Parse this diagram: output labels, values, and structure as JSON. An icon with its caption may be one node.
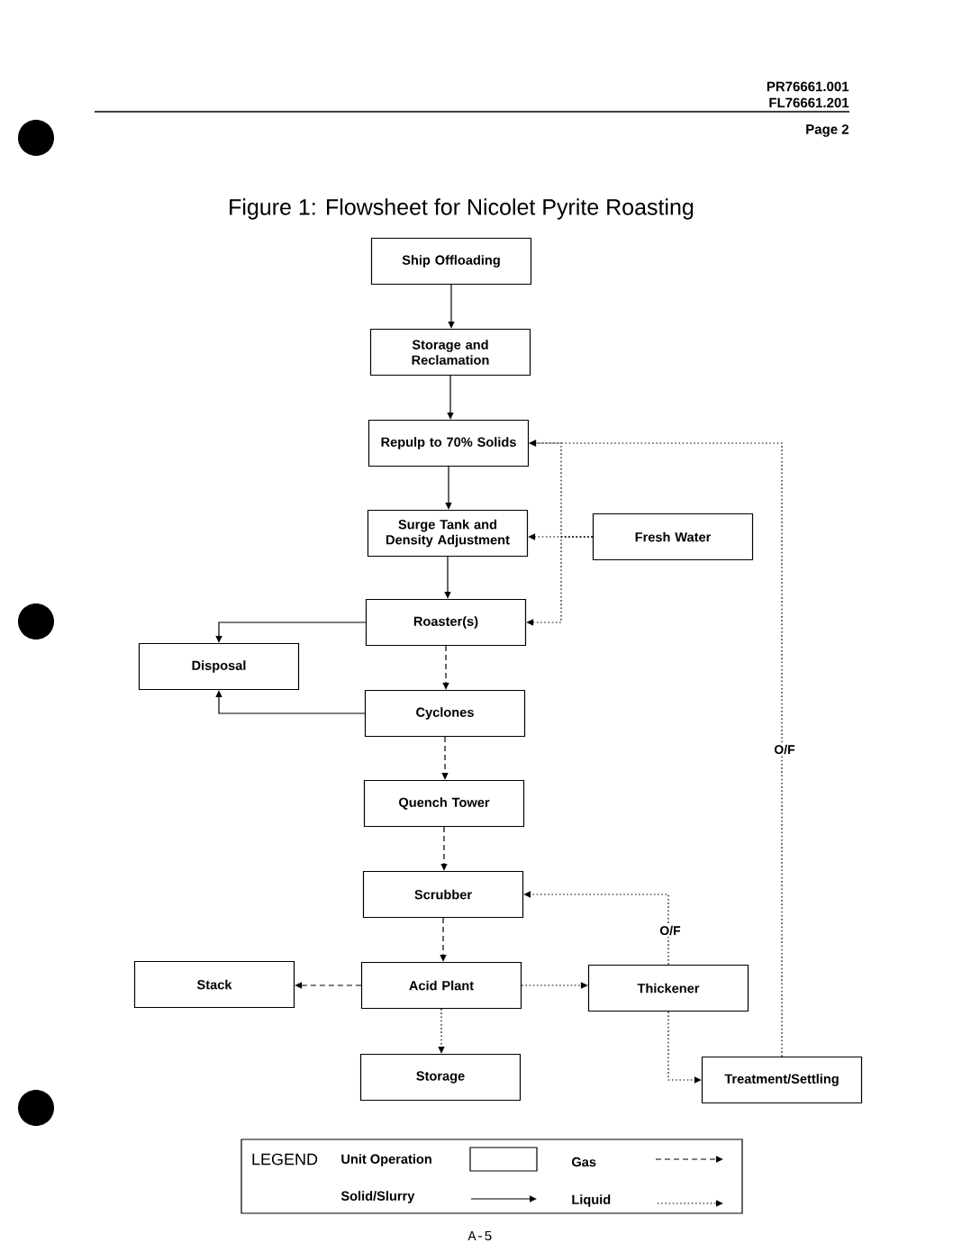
{
  "diagram": {
    "title": "Figure 1:  Flowsheet for Nicolet Pyrite Roasting",
    "nodes": [
      {
        "text": [
          "Ship Offloading"
        ]
      },
      {
        "text": [
          "Storage and Reclamation"
        ]
      },
      {
        "text": [
          "Repulp to 70% Solids"
        ]
      },
      {
        "text": [
          "Surge Tank and Density Adjustment"
        ]
      },
      {
        "text": [
          "Fresh Water"
        ]
      },
      {
        "text": [
          "Roaster(s)"
        ]
      },
      {
        "text": [
          "Disposal"
        ]
      },
      {
        "text": [
          "Cyclones"
        ]
      },
      {
        "text": [
          "Quench Tower"
        ]
      },
      {
        "text": [
          "Scrubber"
        ]
      },
      {
        "text": [
          "Stack"
        ]
      },
      {
        "text": [
          "Acid Plant"
        ]
      },
      {
        "text": [
          "Thickener"
        ]
      },
      {
        "text": [
          "Storage"
        ]
      },
      {
        "text": [
          "Treatment/Settling"
        ]
      }
    ],
    "edges": [
      {
        "from": 0,
        "to": 1,
        "arrow": "to"
      },
      {
        "from": 1,
        "to": 2,
        "arrow": "to"
      },
      {
        "from": 2,
        "to": 3,
        "arrow": "to"
      },
      {
        "from": 3,
        "to": 5,
        "arrow": "to"
      },
      {
        "from": 4,
        "to": 3,
        "arrow": "to",
        "style": "dashed"
      },
      {
        "from": 4,
        "to": 2,
        "arrow": "to",
        "style": "dashed"
      },
      {
        "from": 4,
        "to": 5,
        "arrow": "to",
        "style": "dashed"
      },
      {
        "from": 5,
        "to": 6,
        "arrow": "to"
      },
      {
        "from": 5,
        "to": 7,
        "arrow": "to",
        "style": "dashed"
      },
      {
        "from": 7,
        "to": 6,
        "arrow": "to"
      },
      {
        "from": 7,
        "to": 8,
        "arrow": "to",
        "style": "dashed"
      },
      {
        "from": 8,
        "to": 9,
        "arrow": "to",
        "style": "dashed"
      },
      {
        "from": 9,
        "to": 11,
        "arrow": "to",
        "style": "dashed"
      },
      {
        "from": 11,
        "to": 10,
        "arrow": "to",
        "style": "dashed"
      },
      {
        "from": 11,
        "to": 12,
        "arrow": "to",
        "style": "dashed"
      },
      {
        "from": 11,
        "to": 13,
        "arrow": "to",
        "style": "dashed"
      },
      {
        "from": 12,
        "to": 9,
        "arrow": "to",
        "style": "dashed",
        "label": "O/F"
      },
      {
        "from": 12,
        "to": 14,
        "arrow": "to",
        "style": "dashed"
      },
      {
        "from": 14,
        "to": 2,
        "arrow": "to",
        "style": "dashed",
        "label": "O/F"
      }
    ],
    "labels": [
      "PR76661.001",
      "FL76661.201",
      "Page 2",
      "LEGEND",
      "A-5"
    ],
    "legend": [
      {
        "text": "Unit Operation"
      },
      {
        "text": "Gas"
      },
      {
        "text": "Solid/Slurry"
      },
      {
        "text": "Liquid"
      }
    ]
  }
}
